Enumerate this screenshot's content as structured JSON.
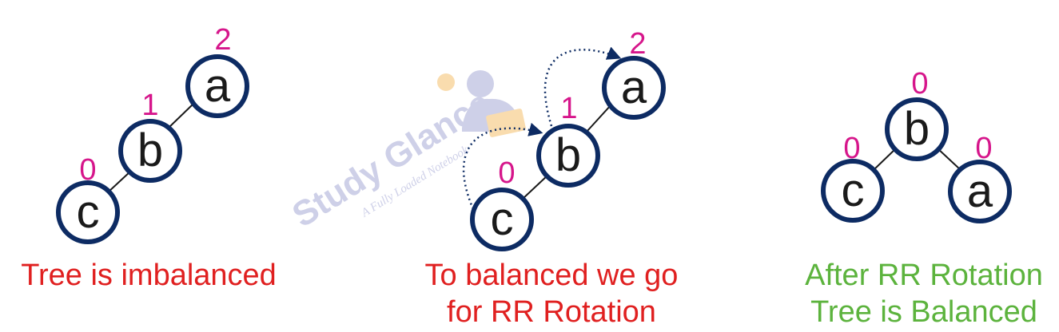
{
  "colors": {
    "node_stroke": "#0d2b63",
    "balance_factor": "#d6168b",
    "caption_red": "#e02020",
    "caption_green": "#5cb33d",
    "watermark": "#c9cbe6"
  },
  "watermark": {
    "brand": "Study Glance",
    "tagline": "A Fully Loaded Notebook"
  },
  "panels": [
    {
      "nodes": [
        {
          "id": "a",
          "label": "a",
          "bf": "2"
        },
        {
          "id": "b",
          "label": "b",
          "bf": "1"
        },
        {
          "id": "c",
          "label": "c",
          "bf": "0"
        }
      ],
      "caption": [
        "Tree is imbalanced"
      ]
    },
    {
      "nodes": [
        {
          "id": "a",
          "label": "a",
          "bf": "2"
        },
        {
          "id": "b",
          "label": "b",
          "bf": "1"
        },
        {
          "id": "c",
          "label": "c",
          "bf": "0"
        }
      ],
      "caption": [
        "To balanced we go",
        "for RR Rotation"
      ]
    },
    {
      "nodes": [
        {
          "id": "b",
          "label": "b",
          "bf": "0"
        },
        {
          "id": "c",
          "label": "c",
          "bf": "0"
        },
        {
          "id": "a",
          "label": "a",
          "bf": "0"
        }
      ],
      "caption": [
        "After RR Rotation",
        "Tree is Balanced"
      ]
    }
  ]
}
